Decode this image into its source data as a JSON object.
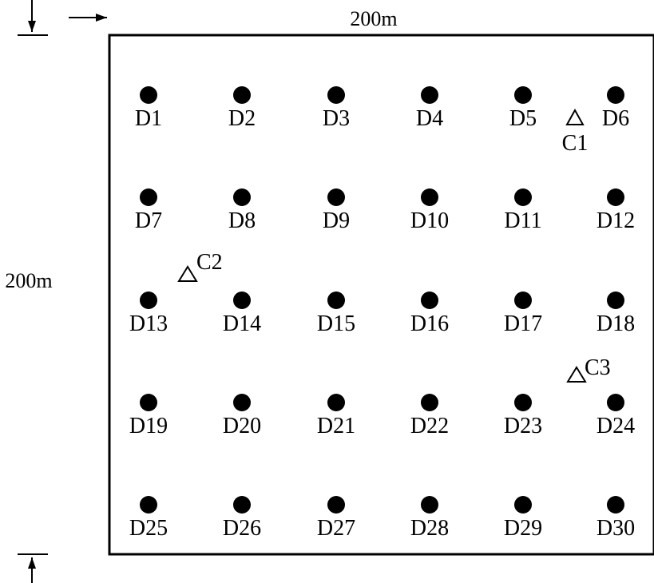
{
  "dimensions": {
    "width_label": "200m",
    "height_label": "200m"
  },
  "drill_points": [
    {
      "label": "D1",
      "row": 0,
      "col": 0
    },
    {
      "label": "D2",
      "row": 0,
      "col": 1
    },
    {
      "label": "D3",
      "row": 0,
      "col": 2
    },
    {
      "label": "D4",
      "row": 0,
      "col": 3
    },
    {
      "label": "D5",
      "row": 0,
      "col": 4
    },
    {
      "label": "D6",
      "row": 0,
      "col": 5
    },
    {
      "label": "D7",
      "row": 1,
      "col": 0
    },
    {
      "label": "D8",
      "row": 1,
      "col": 1
    },
    {
      "label": "D9",
      "row": 1,
      "col": 2
    },
    {
      "label": "D10",
      "row": 1,
      "col": 3
    },
    {
      "label": "D11",
      "row": 1,
      "col": 4
    },
    {
      "label": "D12",
      "row": 1,
      "col": 5
    },
    {
      "label": "D13",
      "row": 2,
      "col": 0
    },
    {
      "label": "D14",
      "row": 2,
      "col": 1
    },
    {
      "label": "D15",
      "row": 2,
      "col": 2
    },
    {
      "label": "D16",
      "row": 2,
      "col": 3
    },
    {
      "label": "D17",
      "row": 2,
      "col": 4
    },
    {
      "label": "D18",
      "row": 2,
      "col": 5
    },
    {
      "label": "D19",
      "row": 3,
      "col": 0
    },
    {
      "label": "D20",
      "row": 3,
      "col": 1
    },
    {
      "label": "D21",
      "row": 3,
      "col": 2
    },
    {
      "label": "D22",
      "row": 3,
      "col": 3
    },
    {
      "label": "D23",
      "row": 3,
      "col": 4
    },
    {
      "label": "D24",
      "row": 3,
      "col": 5
    },
    {
      "label": "D25",
      "row": 4,
      "col": 0
    },
    {
      "label": "D26",
      "row": 4,
      "col": 1
    },
    {
      "label": "D27",
      "row": 4,
      "col": 2
    },
    {
      "label": "D28",
      "row": 4,
      "col": 3
    },
    {
      "label": "D29",
      "row": 4,
      "col": 4
    },
    {
      "label": "D30",
      "row": 4,
      "col": 5
    }
  ],
  "control_points": [
    {
      "label": "C1"
    },
    {
      "label": "C2"
    },
    {
      "label": "C3"
    }
  ]
}
